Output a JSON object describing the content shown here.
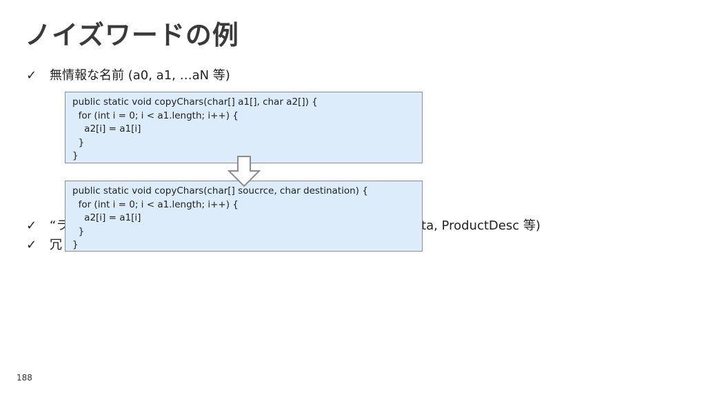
{
  "slide": {
    "title": "ノイズワードの例",
    "page_number": "188"
  },
  "bullets": [
    {
      "check": "✓",
      "text": "無情報な名前 (a0, a1, …aN 等)"
    },
    {
      "check": "✓",
      "text": "“ラ"
    },
    {
      "check": "✓",
      "text": "冗"
    }
  ],
  "bullet2_tail": "ata, ProductDesc 等)",
  "code_before": [
    "public static void copyChars(char[] a1[], char a2[]) {",
    "  for (int i = 0; i < a1.length; i++) {",
    "    a2[i] = a1[i]",
    "  }",
    "}"
  ],
  "code_after": [
    "public static void copyChars(char[] soucrce, char destination) {",
    "  for (int i = 0; i < a1.length; i++) {",
    "    a2[i] = a1[i]",
    "  }",
    "}"
  ],
  "colors": {
    "code_box_bg": "#dcecfb",
    "code_box_border": "#8c8c8c",
    "arrow_stroke": "#8c8c8c"
  }
}
